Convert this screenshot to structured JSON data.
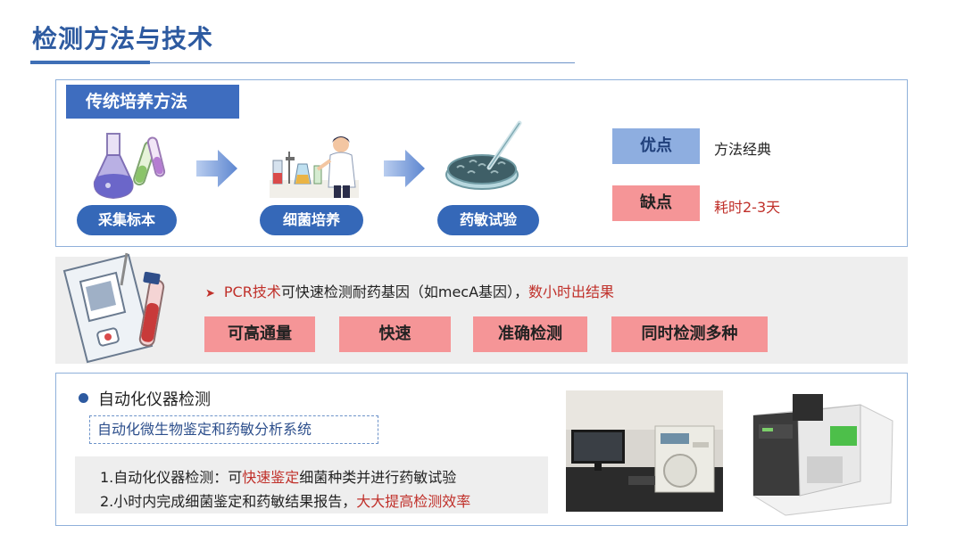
{
  "title": "检测方法与技术",
  "traditional": {
    "heading": "传统培养方法",
    "steps": [
      "采集标本",
      "细菌培养",
      "药敏试验"
    ],
    "pros_label": "优点",
    "pros_text": "方法经典",
    "cons_label": "缺点",
    "cons_text": "耗时2-3天"
  },
  "pcr": {
    "line_red1": "PCR技术",
    "line_mid": "可快速检测耐药基因（如mecA基因），",
    "line_red2": "数小时出结果",
    "features": [
      "可高通量",
      "快速",
      "准确检测",
      "同时检测多种"
    ]
  },
  "automated": {
    "heading": "自动化仪器检测",
    "subheading": "自动化微生物鉴定和药敏分析系统",
    "line1_a": "1.自动化仪器检测：可",
    "line1_red": "快速鉴定",
    "line1_b": "细菌种类并进行药敏试验",
    "line2_a": "2.小时内完成细菌鉴定和药敏结果报告，",
    "line2_red": "大大提高检测效率"
  },
  "colors": {
    "title_blue": "#2d5aa0",
    "pill_blue": "#3568b8",
    "pink": "#f59597",
    "light_blue": "#8eaee0",
    "red_text": "#c0302a"
  }
}
